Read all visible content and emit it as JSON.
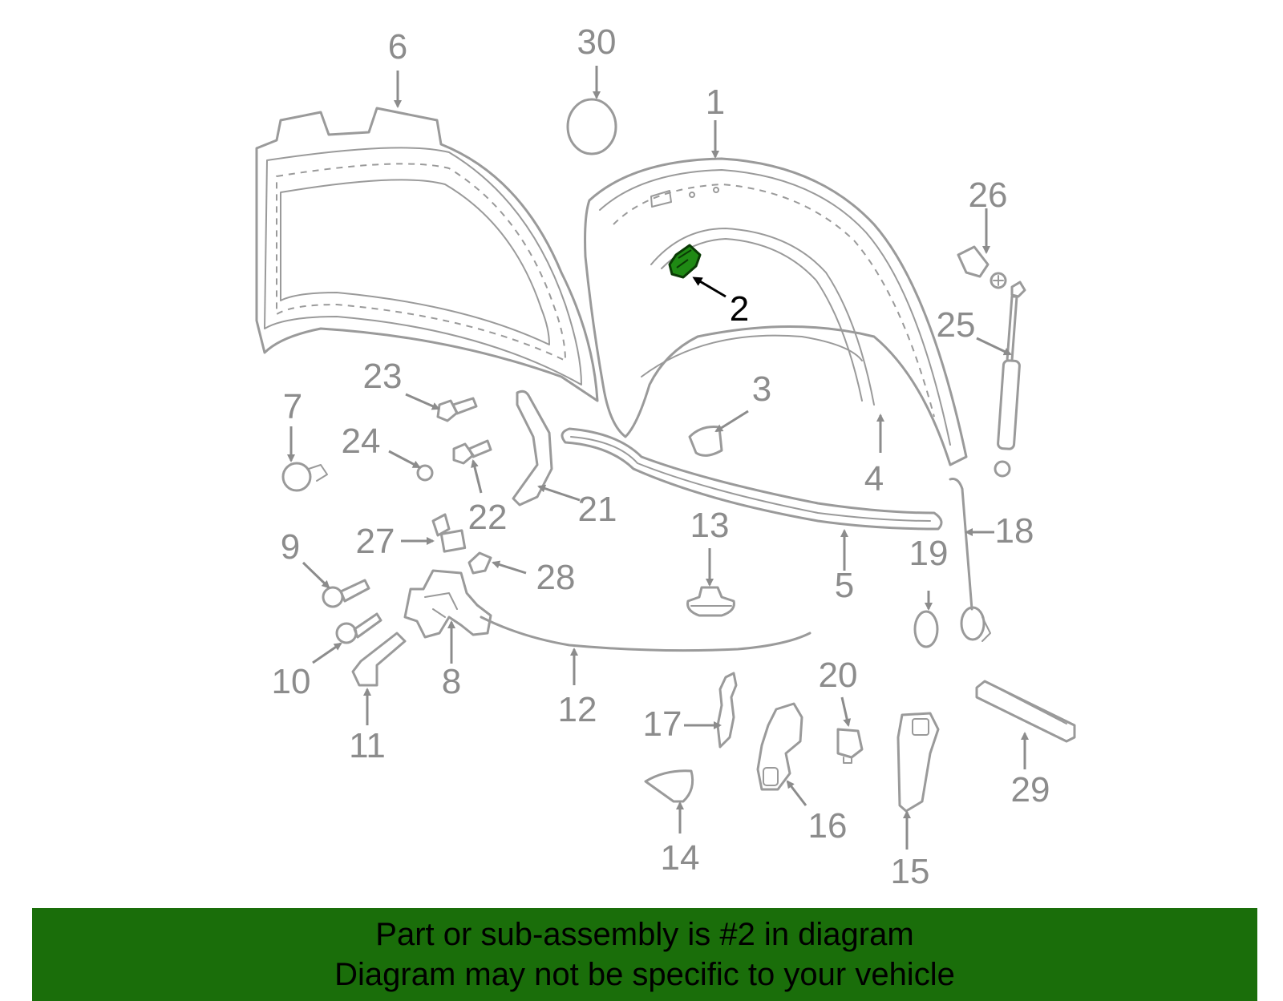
{
  "colors": {
    "banner_bg": "#1a6e0a",
    "highlight_part": "#1f8a14",
    "part_stroke": "#9a9a9a",
    "callout_text": "#8c8c8c",
    "highlight_text": "#000000"
  },
  "highlighted_part": "2",
  "callouts": {
    "c1": "1",
    "c2": "2",
    "c3": "3",
    "c4": "4",
    "c5": "5",
    "c6": "6",
    "c7": "7",
    "c8": "8",
    "c9": "9",
    "c10": "10",
    "c11": "11",
    "c12": "12",
    "c13": "13",
    "c14": "14",
    "c15": "15",
    "c16": "16",
    "c17": "17",
    "c18": "18",
    "c19": "19",
    "c20": "20",
    "c21": "21",
    "c22": "22",
    "c23": "23",
    "c24": "24",
    "c25": "25",
    "c26": "26",
    "c27": "27",
    "c28": "28",
    "c29": "29",
    "c30": "30"
  },
  "banner": {
    "line1": "Part or sub-assembly is #2 in diagram",
    "line2": "Diagram may not be specific to your vehicle"
  }
}
